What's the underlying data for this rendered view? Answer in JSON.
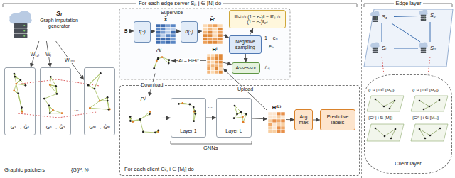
{
  "diagram": {
    "nodes": [
      {
        "text": [
          "For each edge server Sⱼ, j ∈ [N] do"
        ]
      },
      {
        "text": [
          "Sⱼ",
          "Graph imputation generator"
        ],
        "in": 0
      },
      {
        "text": [
          "G¹ → Ĝ¹"
        ],
        "in": 0
      },
      {
        "text": [
          "G² → Ĝ²"
        ],
        "in": 0
      },
      {
        "text": [
          "Gᴹ → Ĝᴹ"
        ],
        "in": 0
      },
      {
        "text": [
          "s"
        ],
        "in": 0
      },
      {
        "text": [
          "f(·)"
        ],
        "in": 0
      },
      {
        "text": [
          "X̄"
        ],
        "in": 0
      },
      {
        "text": [
          "h(·)"
        ],
        "in": 0
      },
      {
        "text": [
          "H̄′"
        ],
        "in": 0
      },
      {
        "text": [
          "‖h̄ₑʲ ⊙ (1 − eₙ)‖ − ‖h̄ⱼ ⊙ (1 − eₙ)‖₂²"
        ],
        "in": 0
      },
      {
        "text": [
          "Negative sampling"
        ],
        "in": 0
      },
      {
        "text": [
          "Ĝʲ"
        ],
        "in": 0
      },
      {
        "text": [
          "Hʲ"
        ],
        "in": 0
      },
      {
        "text": [
          "Assessor"
        ],
        "in": 0
      },
      {
        "text": [
          "For each client Cᵢʲ, i ∈ [Mⱼ] do"
        ],
        "in": 0
      },
      {
        "text": [
          "Pᵢʲ"
        ],
        "in": 15
      },
      {
        "text": [
          "Layer 1"
        ],
        "in": 15
      },
      {
        "text": [
          "Layer L"
        ],
        "in": 15
      },
      {
        "text": [
          "H⁽ᴸ⁾"
        ],
        "in": 15
      },
      {
        "text": [
          "Arg max"
        ],
        "in": 15
      },
      {
        "text": [
          "Predictive labels"
        ],
        "in": 15
      },
      {
        "text": [
          "Edge layer"
        ]
      },
      {
        "text": [
          "S₁"
        ],
        "in": 22
      },
      {
        "text": [
          "S₂"
        ],
        "in": 22
      },
      {
        "text": [
          "Sⱼ"
        ],
        "in": 22
      },
      {
        "text": [
          "Sₙ"
        ],
        "in": 22
      },
      {
        "text": [
          "Client layer"
        ],
        "in": 22
      }
    ],
    "edges": [
      {
        "from": 1,
        "to": 2,
        "label": "W₍₁₎",
        "arrow": "to"
      },
      {
        "from": 1,
        "to": 3,
        "label": "Wⱼ",
        "arrow": "to"
      },
      {
        "from": 1,
        "to": 4,
        "label": "W₍ₘ₎",
        "arrow": "to"
      },
      {
        "from": 5,
        "to": 6,
        "arrow": "to"
      },
      {
        "from": 6,
        "to": 7,
        "arrow": "to"
      },
      {
        "from": 7,
        "to": 8,
        "arrow": "to"
      },
      {
        "from": 8,
        "to": 9,
        "arrow": "to"
      },
      {
        "from": 9,
        "to": 11,
        "arrow": "to"
      },
      {
        "from": 11,
        "to": 10,
        "arrow": "to"
      },
      {
        "from": 11,
        "to": 14,
        "arrow": "to"
      },
      {
        "from": 13,
        "to": 14,
        "arrow": "to"
      },
      {
        "from": 13,
        "to": 12,
        "label": "Aʲ = HʲHʲᵀ",
        "arrow": "to"
      },
      {
        "from": 12,
        "to": 16,
        "label": "Download",
        "arrow": "to"
      },
      {
        "from": 16,
        "to": 17,
        "arrow": "to"
      },
      {
        "from": 17,
        "to": 18,
        "arrow": "to"
      },
      {
        "from": 18,
        "to": 19,
        "arrow": "to"
      },
      {
        "from": 19,
        "to": 20,
        "arrow": "to"
      },
      {
        "from": 20,
        "to": 21,
        "arrow": "to"
      },
      {
        "from": 19,
        "to": 13,
        "label": "Upload",
        "arrow": "to"
      },
      {
        "from": 23,
        "to": 24,
        "arrow": "none"
      },
      {
        "from": 23,
        "to": 25,
        "arrow": "none"
      },
      {
        "from": 24,
        "to": 26,
        "arrow": "none"
      },
      {
        "from": 25,
        "to": 26,
        "arrow": "none"
      },
      {
        "from": 23,
        "to": 26,
        "arrow": "none"
      }
    ],
    "labels": [
      "Supervise",
      "1 − eₙ",
      "eₙ",
      "ℒᵢⱼ",
      "{Gʲ}ᴹ, Nʲ",
      "Graphic patchers",
      "…",
      "…",
      "GNNs",
      "{Cᵢ¹ | i ∈ [M₁]}",
      "{Cᵢ² | i ∈ [M₂]}",
      "{Cᵢʲ | i ∈ [Mⱼ]}",
      "{Cᵢᴺ | i ∈ [Mₙ]}"
    ]
  }
}
